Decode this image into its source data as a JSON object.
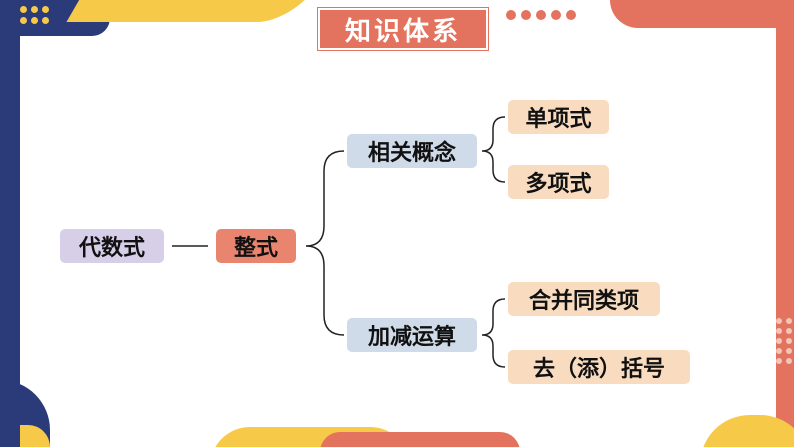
{
  "title": "知识体系",
  "nodes": {
    "root": "代数式",
    "main": "整式",
    "category1": "相关概念",
    "category2": "加减运算",
    "leaf1": "单项式",
    "leaf2": "多项式",
    "leaf3": "合并同类项",
    "leaf4": "去（添）括号"
  },
  "colors": {
    "navy": "#2b3a78",
    "yellow": "#f7c948",
    "coral": "#e3735e",
    "root_fill": "#d7cfe8",
    "main_fill": "#e9856f",
    "category_fill": "#cfdbe8",
    "leaf_fill": "#f9dcc0"
  }
}
